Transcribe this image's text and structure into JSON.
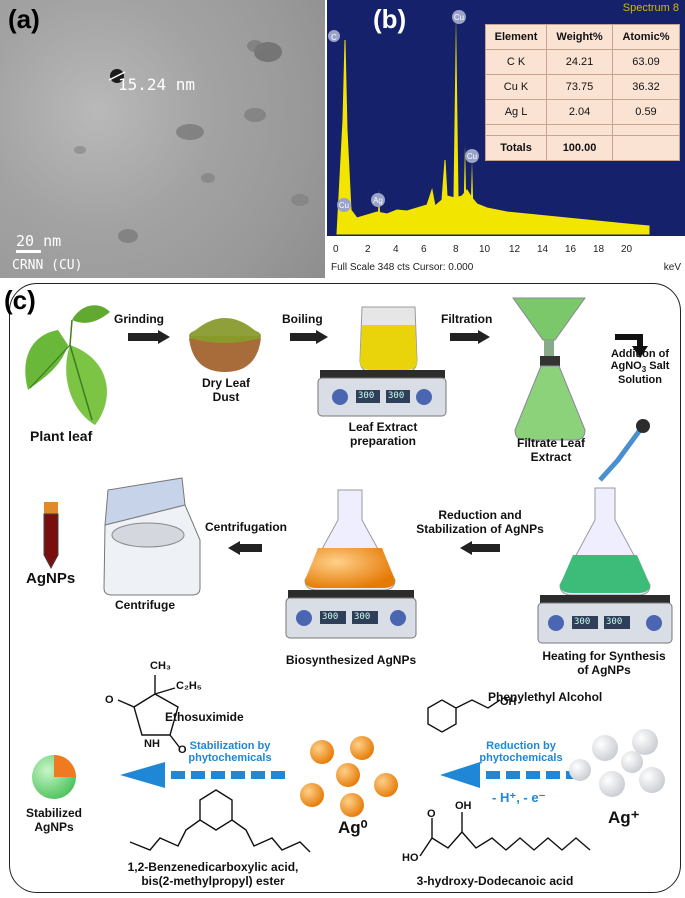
{
  "panel_a": {
    "tag": "(a)",
    "measurement": "15.24 nm",
    "scale_bar": "20 nm",
    "footer": "CRNN (CU)"
  },
  "panel_b": {
    "tag": "(b)",
    "spectrum_label": "Spectrum 8",
    "table": {
      "headers": [
        "Element",
        "Weight%",
        "Atomic%"
      ],
      "rows": [
        [
          "C K",
          "24.21",
          "63.09"
        ],
        [
          "Cu K",
          "73.75",
          "36.32"
        ],
        [
          "Ag L",
          "2.04",
          "0.59"
        ]
      ],
      "totals_label": "Totals",
      "totals_value": "100.00"
    },
    "peak_labels": [
      "C",
      "Cu",
      "Ag",
      "Cu",
      "Cu"
    ],
    "x_ticks": [
      "0",
      "2",
      "4",
      "6",
      "8",
      "10",
      "12",
      "14",
      "16",
      "18",
      "20"
    ],
    "footer": "Full Scale 348 cts Cursor: 0.000",
    "unit": "keV",
    "colors": {
      "background": "#15216b",
      "spectrum": "#f2e600",
      "table": "#fbe3d4"
    }
  },
  "panel_c": {
    "tag": "(c)",
    "steps": {
      "grinding": "Grinding",
      "boiling": "Boiling",
      "filtration": "Filtration",
      "plant_leaf": "Plant leaf",
      "dry_leaf_dust_1": "Dry Leaf",
      "dry_leaf_dust_2": "Dust",
      "leaf_extract": "Leaf Extract preparation",
      "addition_1": "Addition of",
      "addition_2": "AgNO",
      "addition_sub": "3",
      "addition_3": " Salt",
      "addition_4": "Solution",
      "filtrate_1": "Filtrate Leaf",
      "filtrate_2": "Extract",
      "centrifugation": "Centrifugation",
      "reduction_1": "Reduction and",
      "reduction_2": "Stabilization of AgNPs",
      "agnps": "AgNPs",
      "centrifuge": "Centrifuge",
      "biosynthesized": "Biosynthesized AgNPs",
      "heating_1": "Heating for Synthesis",
      "heating_2": "of AgNPs",
      "hotplate_display": "300"
    },
    "chemistry": {
      "ethosuximide": "Ethosuximide",
      "phenylethyl": "Phenylethyl Alcohol",
      "ester_1": "1,2-Benzenedicarboxylic acid,",
      "ester_2": "bis(2-methylpropyl) ester",
      "dodecanoic": "3-hydroxy-Dodecanoic acid",
      "stabilization_1": "Stabilization by",
      "stabilization_2": "phytochemicals",
      "reduction_by_1": "Reduction by",
      "reduction_by_2": "phytochemicals",
      "ions": "- H⁺, - e⁻",
      "ag0": "Ag⁰",
      "ag_plus": "Ag⁺",
      "stabilized_1": "Stabilized",
      "stabilized_2": "AgNPs",
      "atom_ch3": "CH₃",
      "atom_c2h5": "C₂H₅",
      "atom_nh": "NH",
      "atom_oh": "OH",
      "atom_ho": "HO",
      "atom_o": "O"
    },
    "colors": {
      "blue_arrow": "#1f87d6",
      "orange_np": "#f28c16",
      "green_np": "#6ed47a"
    }
  }
}
